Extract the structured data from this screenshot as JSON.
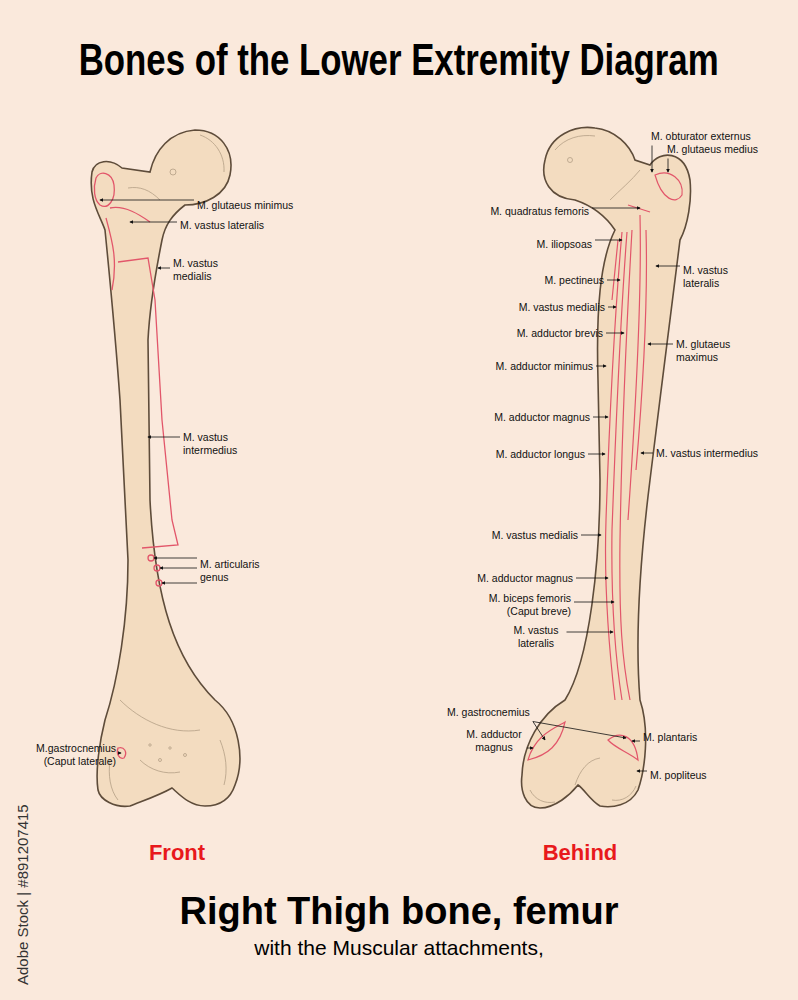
{
  "diagram": {
    "title": "Bones of the Lower Extremity Diagram",
    "caption": "Right Thigh bone, femur",
    "labels": [
      "M. glutaeus minimus",
      "M. vastus lateralis",
      "M. vastus medialis",
      "M. vastus intermedius",
      "M. articularis genus",
      "M.gastrocnemius (Caput laterale)",
      "Front",
      "M. obturator externus",
      "M. glutaeus medius",
      "M. quadratus femoris",
      "M. iliopsoas",
      "M. pectineus",
      "M. vastus medialis",
      "M. adductor brevis",
      "M. adductor minimus",
      "M. adductor magnus",
      "M. adductor longus",
      "M. vastus medialis",
      "M. adductor magnus",
      "M. biceps femoris (Caput breve)",
      "M. vastus lateralis",
      "M. gastrocnemius",
      "M. adductor magnus",
      "M. vastus lateralis",
      "M. glutaeus maximus",
      "M. vastus intermedius",
      "M. plantaris",
      "M. popliteus",
      "Behind",
      "with the Muscular attachments,",
      "Adobe Stock | #891207415"
    ]
  }
}
